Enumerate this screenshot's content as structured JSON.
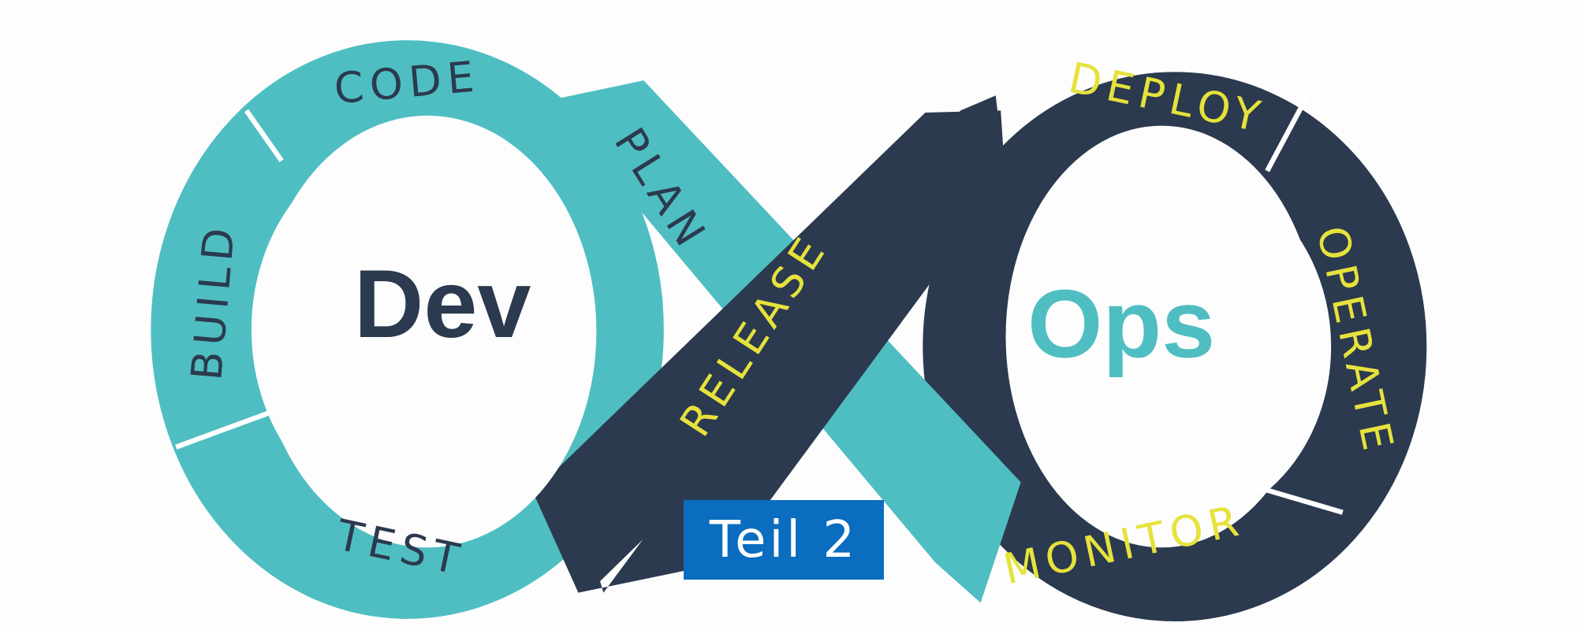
{
  "colors": {
    "teal": "#4fbec2",
    "dark": "#2b3a4e",
    "yellow": "#e6e23c",
    "badge": "#0a6dbf",
    "background": "#fdfdfd"
  },
  "left_loop": {
    "title": "Dev",
    "stages": [
      "CODE",
      "PLAN",
      "BUILD",
      "TEST"
    ]
  },
  "crossing": {
    "stage": "RELEASE"
  },
  "right_loop": {
    "title": "Ops",
    "stages": [
      "DEPLOY",
      "OPERATE",
      "MONITOR"
    ]
  },
  "badge": {
    "label": "Teil 2"
  }
}
